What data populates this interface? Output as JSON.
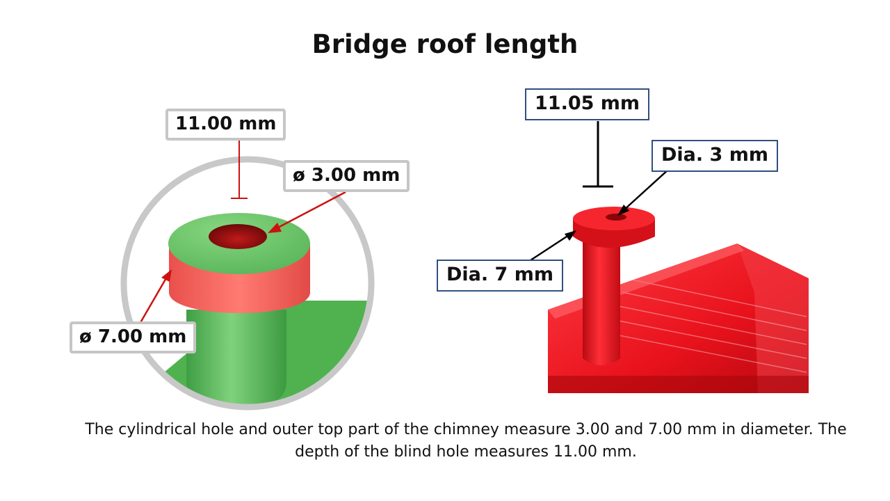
{
  "title": "Bridge roof length",
  "cad": {
    "depth_label": "11.00 mm",
    "inner_dia_label": "ø 3.00 mm",
    "outer_dia_label": "ø 7.00 mm"
  },
  "photo": {
    "depth_label": "11.05 mm",
    "inner_dia_label": "Dia. 3 mm",
    "outer_dia_label": "Dia. 7 mm"
  },
  "caption": "The cylindrical hole and outer top part of the chimney measure 3.00 and 7.00 mm in diameter. The depth of the blind hole measures 11.00 mm.",
  "colors": {
    "cad_green": "#6cc46a",
    "cad_red": "#f0605a",
    "arrow_red": "#cc1111",
    "print_red": "#e0121c",
    "photo_border": "#2f4f80"
  }
}
